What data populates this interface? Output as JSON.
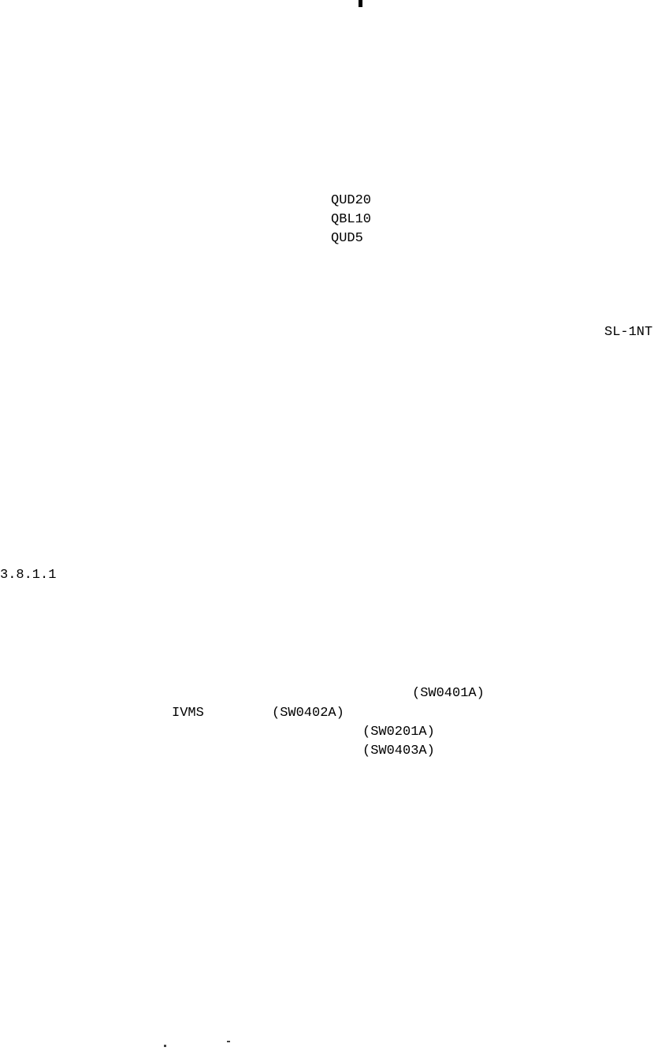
{
  "page": {
    "background": "#ffffff",
    "ink_color": "#000000"
  },
  "codes": [
    "QUD20",
    "QBL10",
    "QUD5"
  ],
  "system_label": "SL-1NT",
  "section_number": "3.8.1.1",
  "software_refs": {
    "ref_1": "(SW0401A)",
    "ivms_label": "IVMS",
    "ref_2": "(SW0402A)",
    "ref_3": "(SW0201A)",
    "ref_4": "(SW0403A)"
  }
}
